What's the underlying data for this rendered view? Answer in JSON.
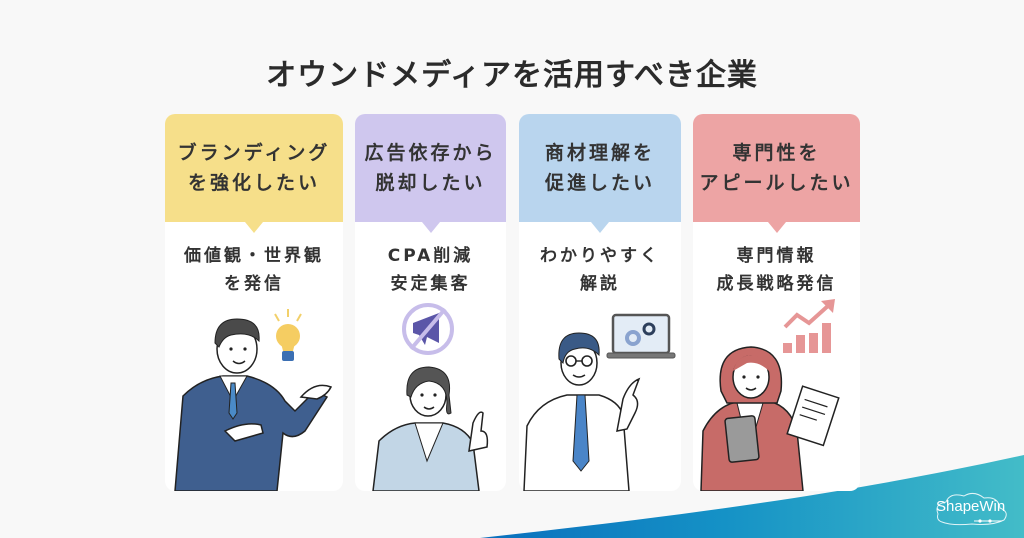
{
  "title": "オウンドメディアを活用すべき企業",
  "colors": {
    "background": "#f8f8f8",
    "card": "#ffffff",
    "yellow": "#f6df8a",
    "purple": "#cfc7ee",
    "blue": "#b9d5ee",
    "pink": "#eda4a4",
    "wave_start": "#0a7bc2",
    "wave_end": "#3cb8c8"
  },
  "cards": [
    {
      "heading_lines": [
        "ブランディング",
        "を強化したい"
      ],
      "body_lines": [
        "価値観・世界観",
        "を発信"
      ],
      "illustration": "businessman-presenting-with-lightbulb",
      "icon": "lightbulb-icon"
    },
    {
      "heading_lines": [
        "広告依存から",
        "脱却したい"
      ],
      "body_lines": [
        "CPA削減",
        "安定集客"
      ],
      "illustration": "businesswoman-pointing-up",
      "icon": "no-megaphone-icon"
    },
    {
      "heading_lines": [
        "商材理解を",
        "促進したい"
      ],
      "body_lines": [
        "わかりやすく",
        "解説"
      ],
      "illustration": "man-with-glasses-pointing",
      "icon": "laptop-gears-icon"
    },
    {
      "heading_lines": [
        "専門性を",
        "アピールしたい"
      ],
      "body_lines": [
        "専門情報",
        "成長戦略発信"
      ],
      "illustration": "woman-holding-documents",
      "icon": "growth-chart-icon"
    }
  ],
  "logo": {
    "text": "ShapeWin"
  }
}
